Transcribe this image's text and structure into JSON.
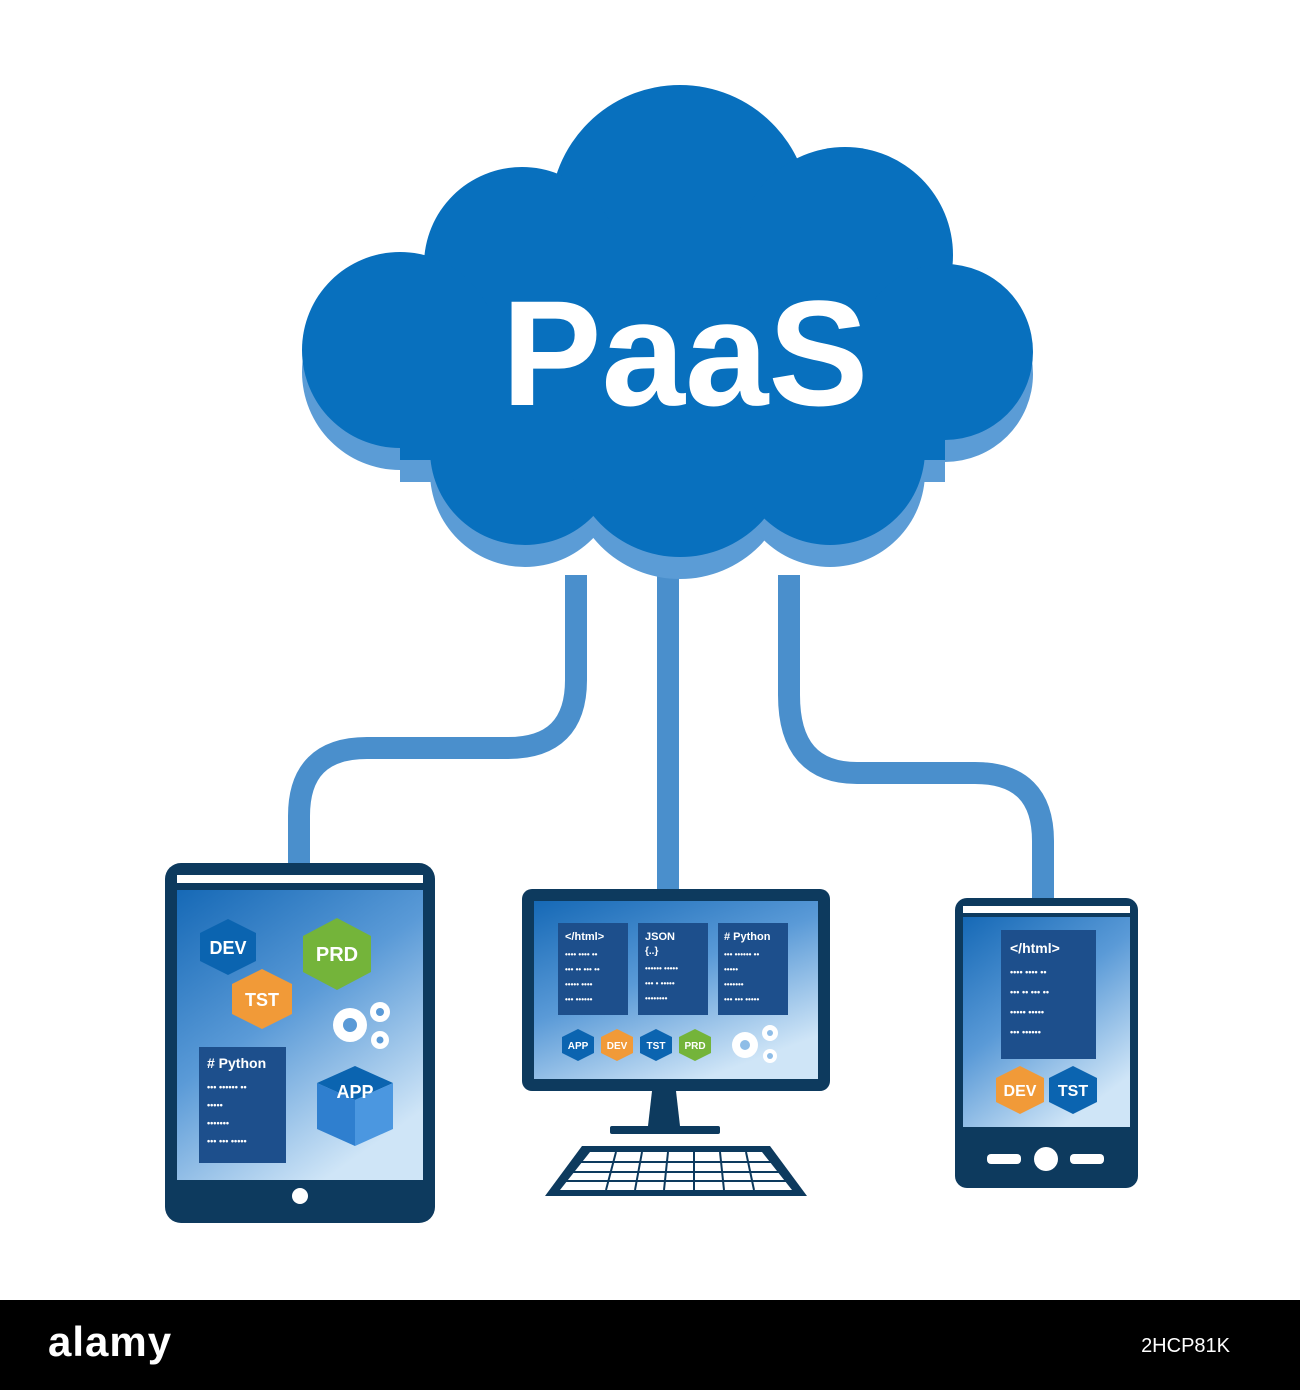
{
  "cloud": {
    "label": "PaaS",
    "color": "#0870be",
    "shadow_color": "#5b9cd6"
  },
  "connector_color": "#4a8fcc",
  "device_frame_color": "#0d3a5e",
  "tablet": {
    "hexes": {
      "dev": "DEV",
      "prd": "PRD",
      "tst": "TST"
    },
    "code": {
      "title": "# Python",
      "lines": [
        "•••  •••••• ••",
        "•••••",
        "•••••••",
        "••• •••   •••••"
      ]
    },
    "app_box": "APP"
  },
  "monitor": {
    "panels": [
      {
        "title": "</html>",
        "sub": "",
        "lines": [
          "•••• •••• ••",
          "••• •• ••• ••",
          "•••••  ••••",
          "•••  ••••••"
        ]
      },
      {
        "title": "JSON",
        "sub": "{..}",
        "lines": [
          "•••••• •••••",
          "••• •  •••••",
          "••••••••"
        ]
      },
      {
        "title": "# Python",
        "sub": "",
        "lines": [
          "•••  •••••• ••",
          "•••••",
          "•••••••",
          "••• •••   •••••"
        ]
      }
    ],
    "hexes": {
      "app": "APP",
      "dev": "DEV",
      "tst": "TST",
      "prd": "PRD"
    }
  },
  "phone": {
    "code": {
      "title": "</html>",
      "lines": [
        "•••• •••• ••",
        "••• •• ••• ••",
        "•••••  •••••",
        "•••  ••••••"
      ]
    },
    "hexes": {
      "dev": "DEV",
      "tst": "TST"
    }
  },
  "hex_colors": {
    "blue": "#0b64b0",
    "green": "#74b43a",
    "orange": "#f19a38"
  },
  "footer": {
    "brand": "alamy",
    "image_id": "2HCP81K"
  }
}
